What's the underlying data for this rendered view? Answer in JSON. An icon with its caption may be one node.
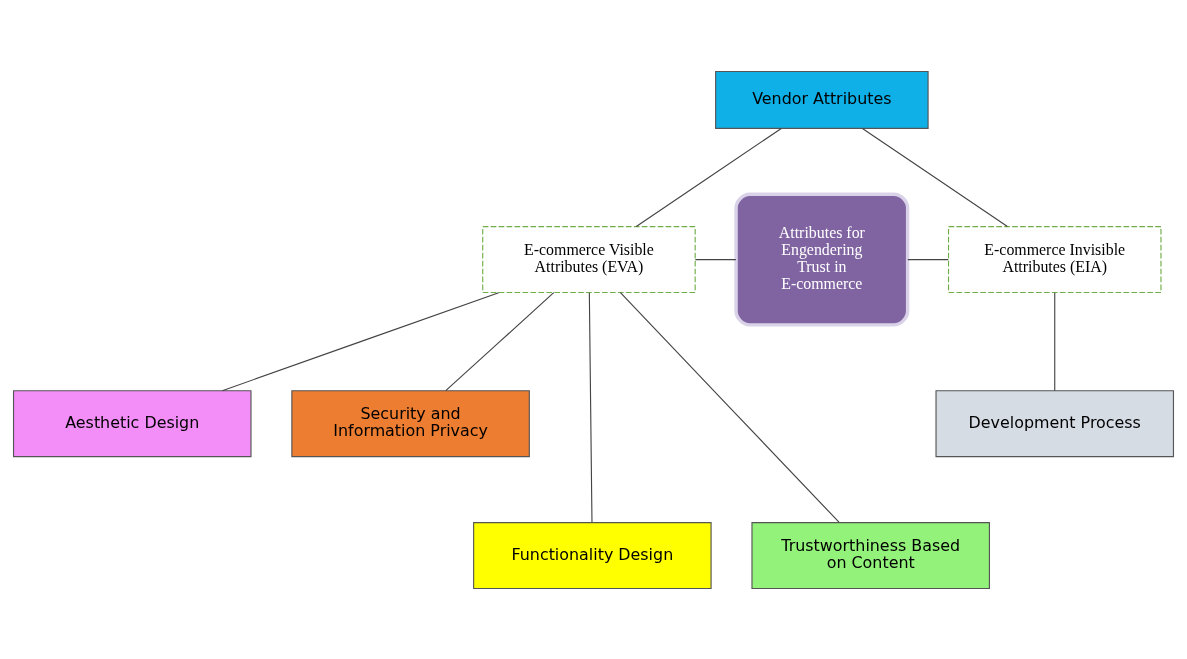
{
  "diagram": {
    "nodes": [
      {
        "text": [
          "Vendor Attributes"
        ]
      },
      {
        "text": [
          "E-commerce Visible Attributes (EVA)"
        ]
      },
      {
        "text": [
          "Attributes for Engendering Trust in E-commerce"
        ]
      },
      {
        "text": [
          "E-commerce Invisible Attributes (EIA)"
        ]
      },
      {
        "text": [
          "Aesthetic Design"
        ]
      },
      {
        "text": [
          "Security and Information Privacy"
        ]
      },
      {
        "text": [
          "Development Process"
        ]
      },
      {
        "text": [
          "Functionality Design"
        ]
      },
      {
        "text": [
          "Trustworthiness Based on Content"
        ]
      }
    ],
    "edges": [
      {
        "from": 0,
        "to": 1,
        "arrow": "none"
      },
      {
        "from": 0,
        "to": 3,
        "arrow": "none"
      },
      {
        "from": 1,
        "to": 2,
        "arrow": "none"
      },
      {
        "from": 2,
        "to": 3,
        "arrow": "none"
      },
      {
        "from": 1,
        "to": 4,
        "arrow": "none"
      },
      {
        "from": 1,
        "to": 7,
        "arrow": "none"
      },
      {
        "from": 1,
        "to": 8,
        "arrow": "none"
      },
      {
        "from": 1,
        "to": 5,
        "arrow": "none"
      },
      {
        "from": 3,
        "to": 6,
        "arrow": "none"
      }
    ]
  }
}
